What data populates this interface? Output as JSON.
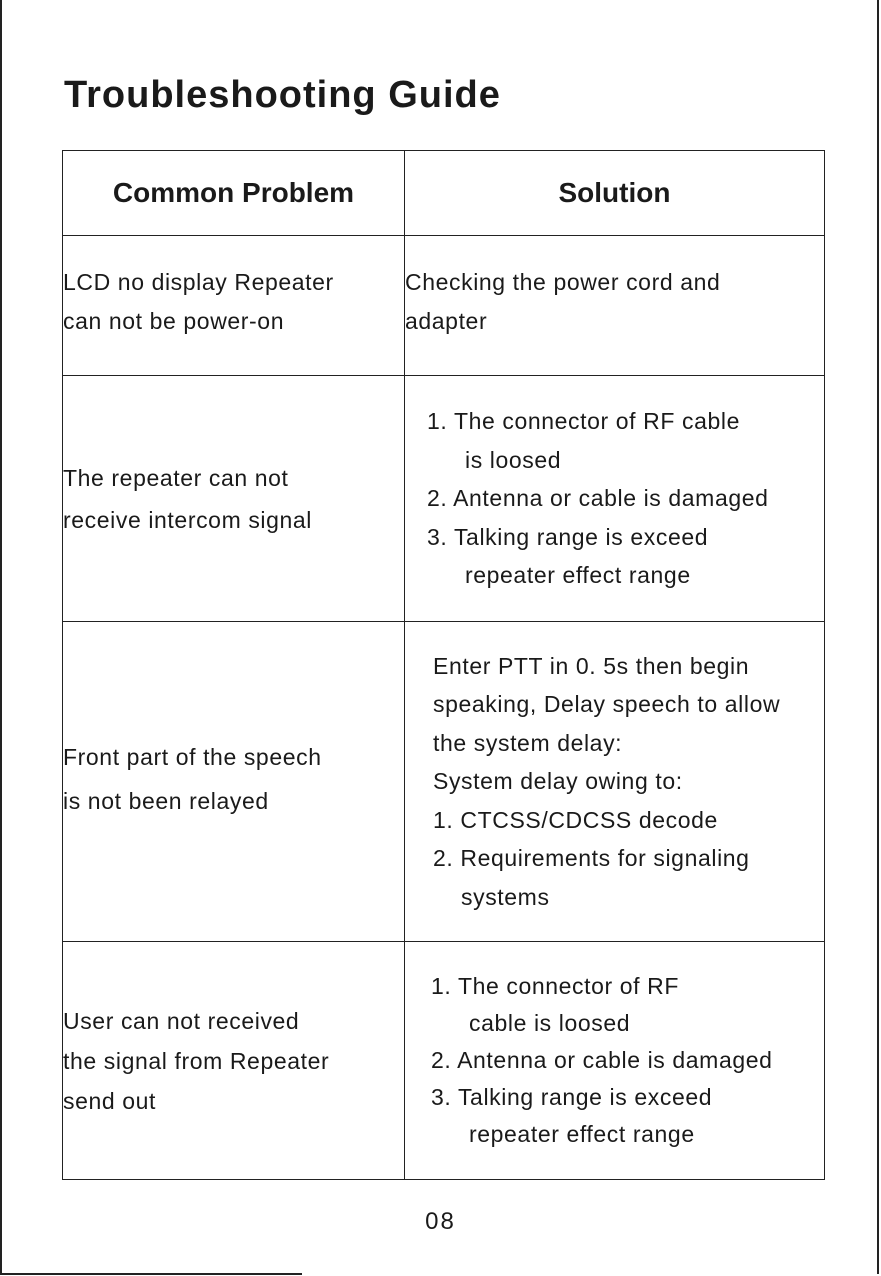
{
  "title": "Troubleshooting Guide",
  "table": {
    "headers": {
      "problem": "Common Problem",
      "solution": "Solution"
    },
    "rows": [
      {
        "problem": [
          "LCD no display Repeater",
          "can not be power-on"
        ],
        "solution": [
          "Checking the power cord and",
          "adapter"
        ]
      },
      {
        "problem": [
          "The repeater can not",
          "receive intercom signal"
        ],
        "solution": [
          "1. The connector of RF cable",
          "is loosed",
          "2. Antenna or cable is damaged",
          "3. Talking range is exceed",
          "repeater effect range"
        ]
      },
      {
        "problem": [
          "Front part of the speech",
          "is not been relayed"
        ],
        "solution": [
          "Enter PTT in 0. 5s then begin",
          "speaking, Delay speech to allow",
          "the system delay:",
          "System delay owing to:",
          "1. CTCSS/CDCSS decode",
          "2. Requirements for signaling",
          "systems"
        ]
      },
      {
        "problem": [
          "User can not received",
          "the signal from Repeater",
          "send out"
        ],
        "solution": [
          "1. The connector of RF",
          "cable is loosed",
          "2. Antenna or cable is damaged",
          "3. Talking range is exceed",
          "repeater effect range"
        ]
      }
    ]
  },
  "page_number": "08"
}
